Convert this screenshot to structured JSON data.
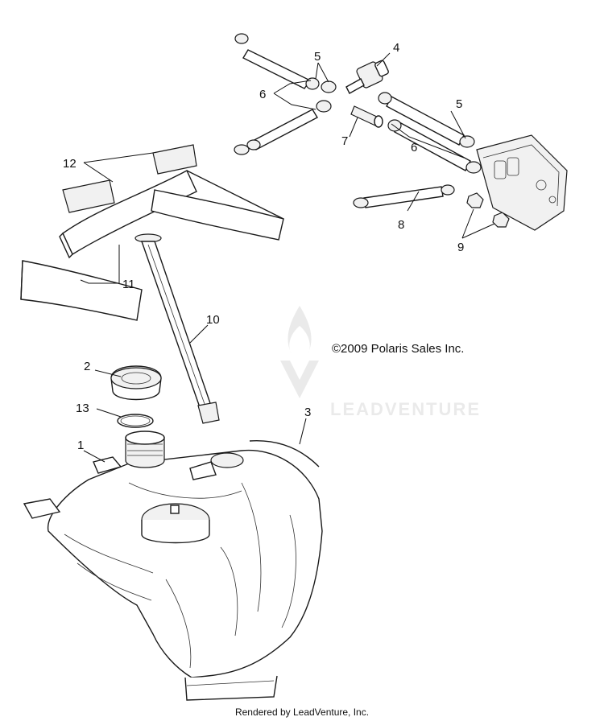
{
  "callouts": [
    {
      "id": "1",
      "text": "1"
    },
    {
      "id": "2",
      "text": "2"
    },
    {
      "id": "3",
      "text": "3"
    },
    {
      "id": "4",
      "text": "4"
    },
    {
      "id": "5a",
      "text": "5"
    },
    {
      "id": "5b",
      "text": "5"
    },
    {
      "id": "6a",
      "text": "6"
    },
    {
      "id": "6b",
      "text": "6"
    },
    {
      "id": "7",
      "text": "7"
    },
    {
      "id": "8",
      "text": "8"
    },
    {
      "id": "9",
      "text": "9"
    },
    {
      "id": "10",
      "text": "10"
    },
    {
      "id": "11",
      "text": "11"
    },
    {
      "id": "12",
      "text": "12"
    },
    {
      "id": "13",
      "text": "13"
    }
  ],
  "copyright": "©2009 Polaris Sales Inc.",
  "watermark": "LEADVENTURE",
  "footer": "Rendered by LeadVenture, Inc."
}
